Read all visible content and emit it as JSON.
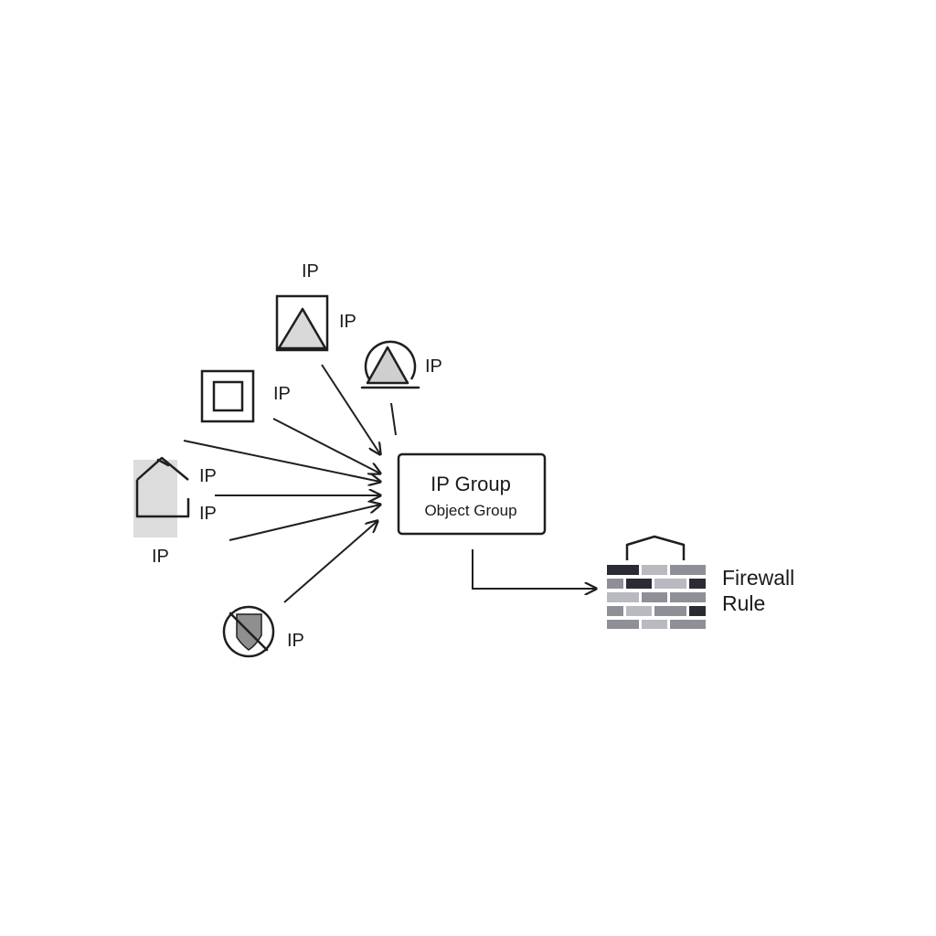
{
  "sources": [
    {
      "icon": "image-icon",
      "label": "IP",
      "label2": "IP"
    },
    {
      "icon": "triangle-circle-icon",
      "label": "IP"
    },
    {
      "icon": "square-frame-icon",
      "label": "IP"
    },
    {
      "icon": "house-icon",
      "label": "IP",
      "label2": "IP",
      "label3": "IP"
    },
    {
      "icon": "blocked-shield-icon",
      "label": "IP"
    }
  ],
  "group": {
    "title": "IP Group",
    "subtitle": "Object Group"
  },
  "firewall": {
    "icon": "brick-wall-icon",
    "label_line1": "Firewall",
    "label_line2": "Rule"
  },
  "colors": {
    "stroke": "#1f1f1f",
    "fill_light": "#d9d9d9",
    "fill_mid": "#9a9a9a",
    "brick_dark": "#2b2b33",
    "brick_mid": "#8f8f97",
    "brick_light": "#b9b9c0"
  }
}
